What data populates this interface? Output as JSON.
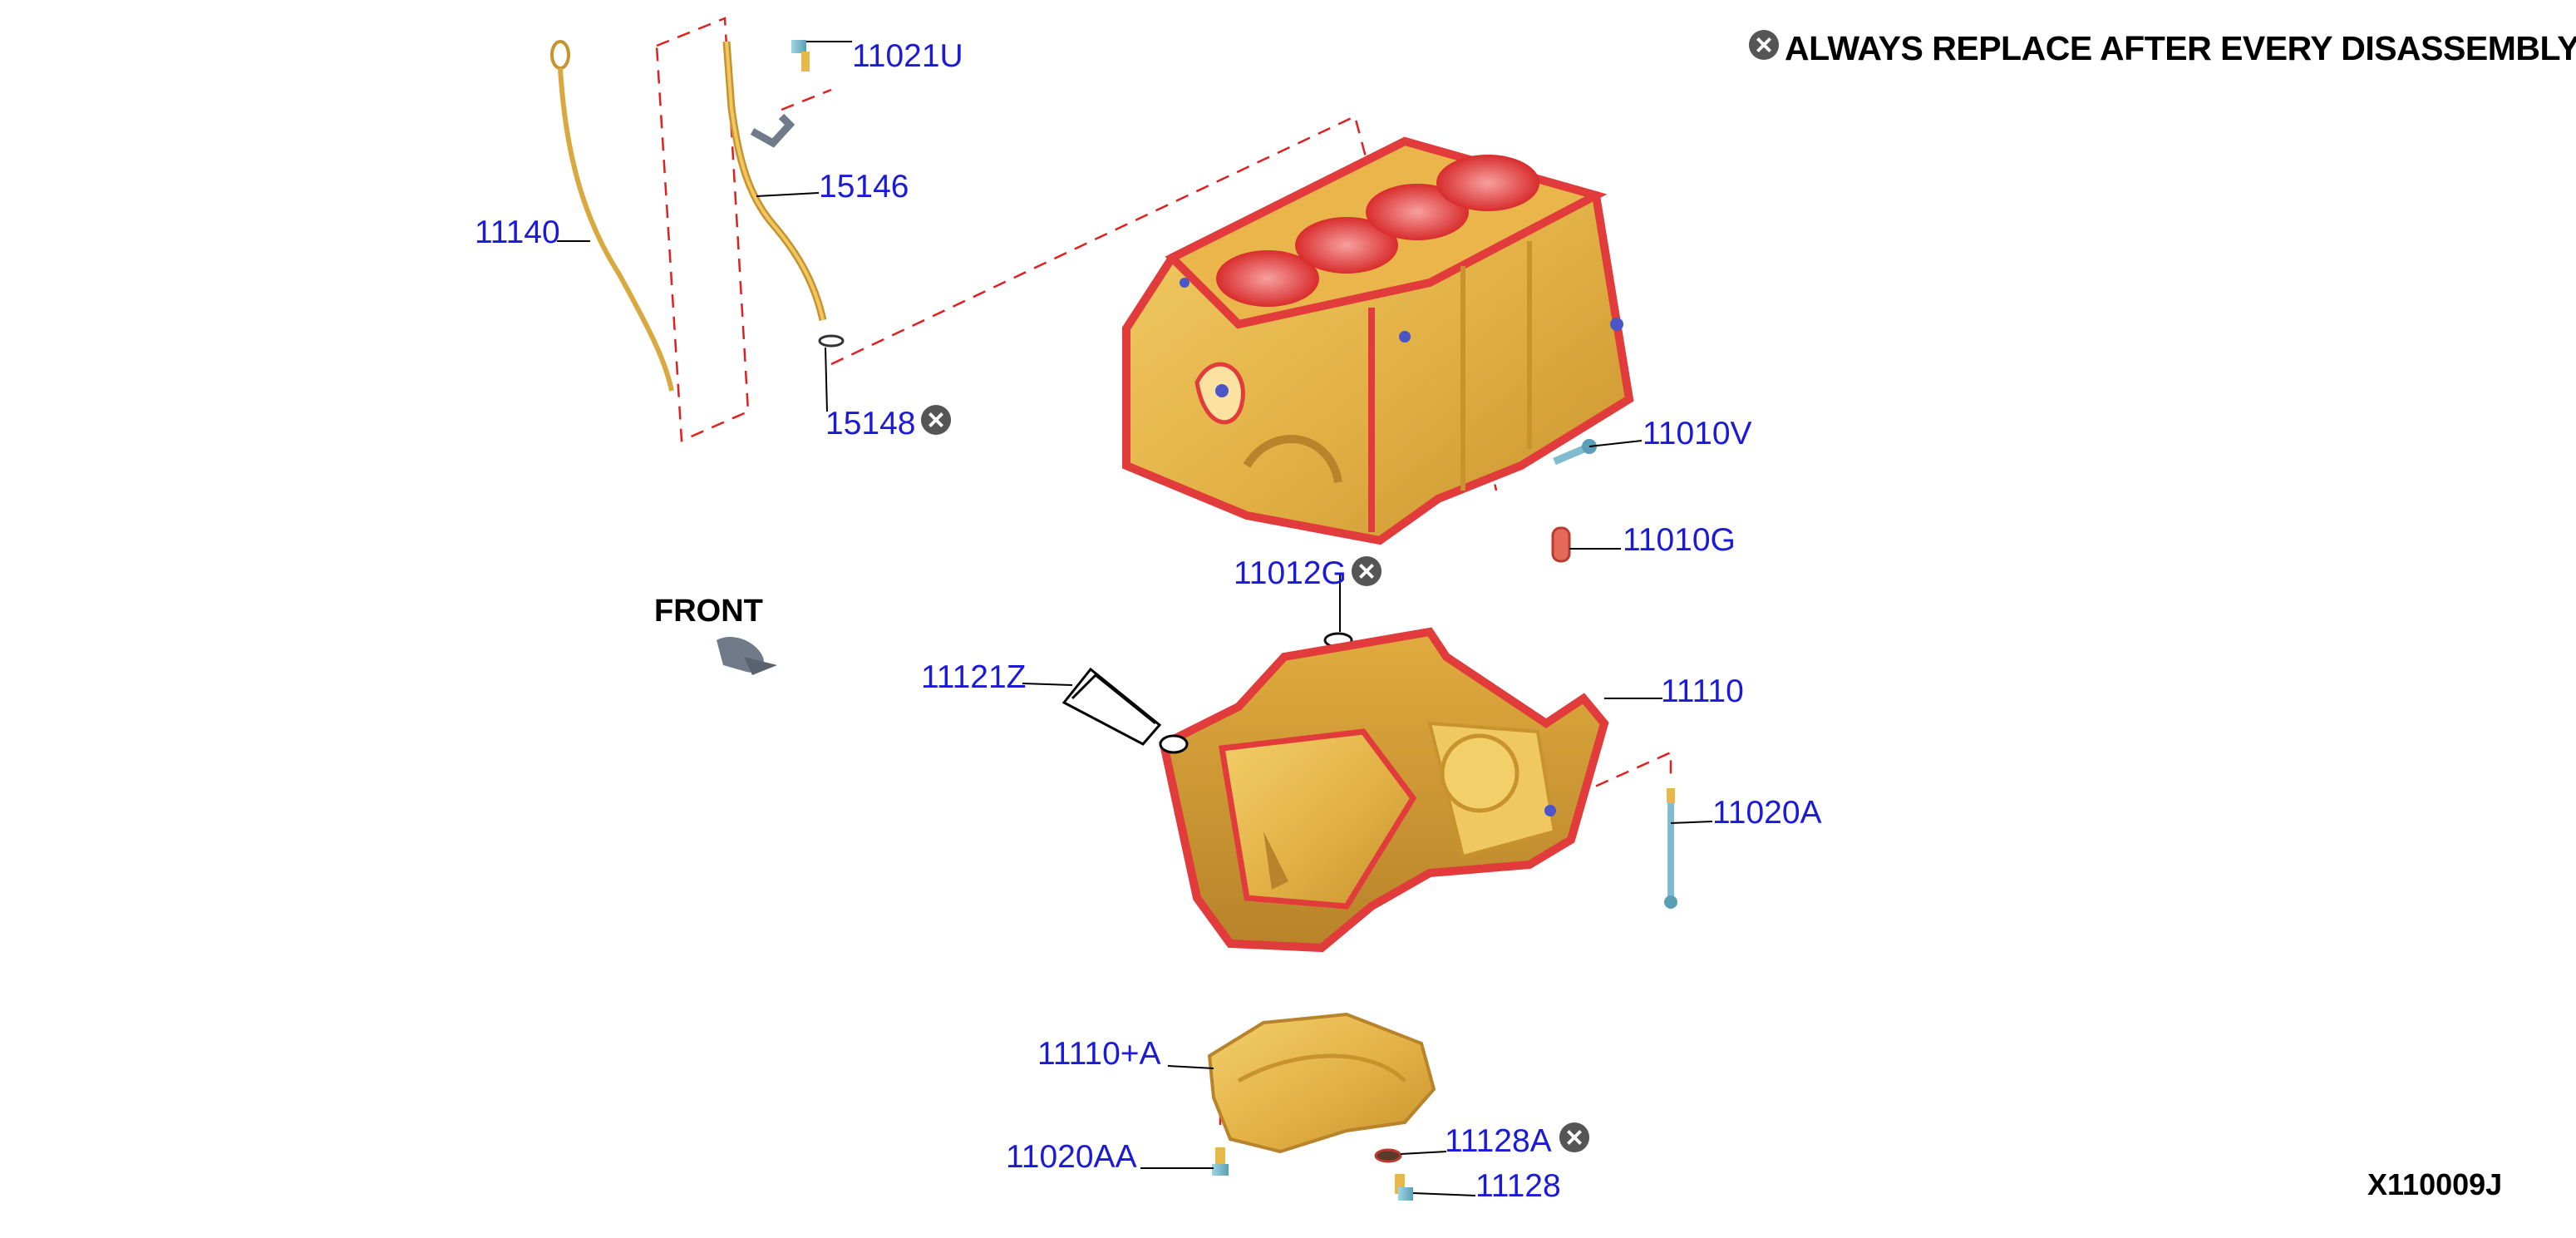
{
  "note": {
    "text": "ALWAYS REPLACE AFTER EVERY DISASSEMBLY",
    "icon": "circled-x-icon"
  },
  "diagram_code": "X110009J",
  "front_indicator": "FRONT",
  "colors": {
    "label_blue": "#1a1ad8",
    "casting_gold": "#e6b84a",
    "machined_red": "#e23b3b",
    "bolt_teal": "#7fbcd0",
    "leader_red_dashed": "#e02020"
  },
  "parts": [
    {
      "id": "11021U",
      "replace": false
    },
    {
      "id": "15146",
      "replace": false
    },
    {
      "id": "11140",
      "replace": false
    },
    {
      "id": "15148",
      "replace": true
    },
    {
      "id": "11010V",
      "replace": false
    },
    {
      "id": "11010G",
      "replace": false
    },
    {
      "id": "11012G",
      "replace": true
    },
    {
      "id": "11121Z",
      "replace": false
    },
    {
      "id": "11110",
      "replace": false
    },
    {
      "id": "11020A",
      "replace": false
    },
    {
      "id": "11110+A",
      "replace": false
    },
    {
      "id": "11128A",
      "replace": true
    },
    {
      "id": "11020AA",
      "replace": false
    },
    {
      "id": "11128",
      "replace": false
    }
  ]
}
